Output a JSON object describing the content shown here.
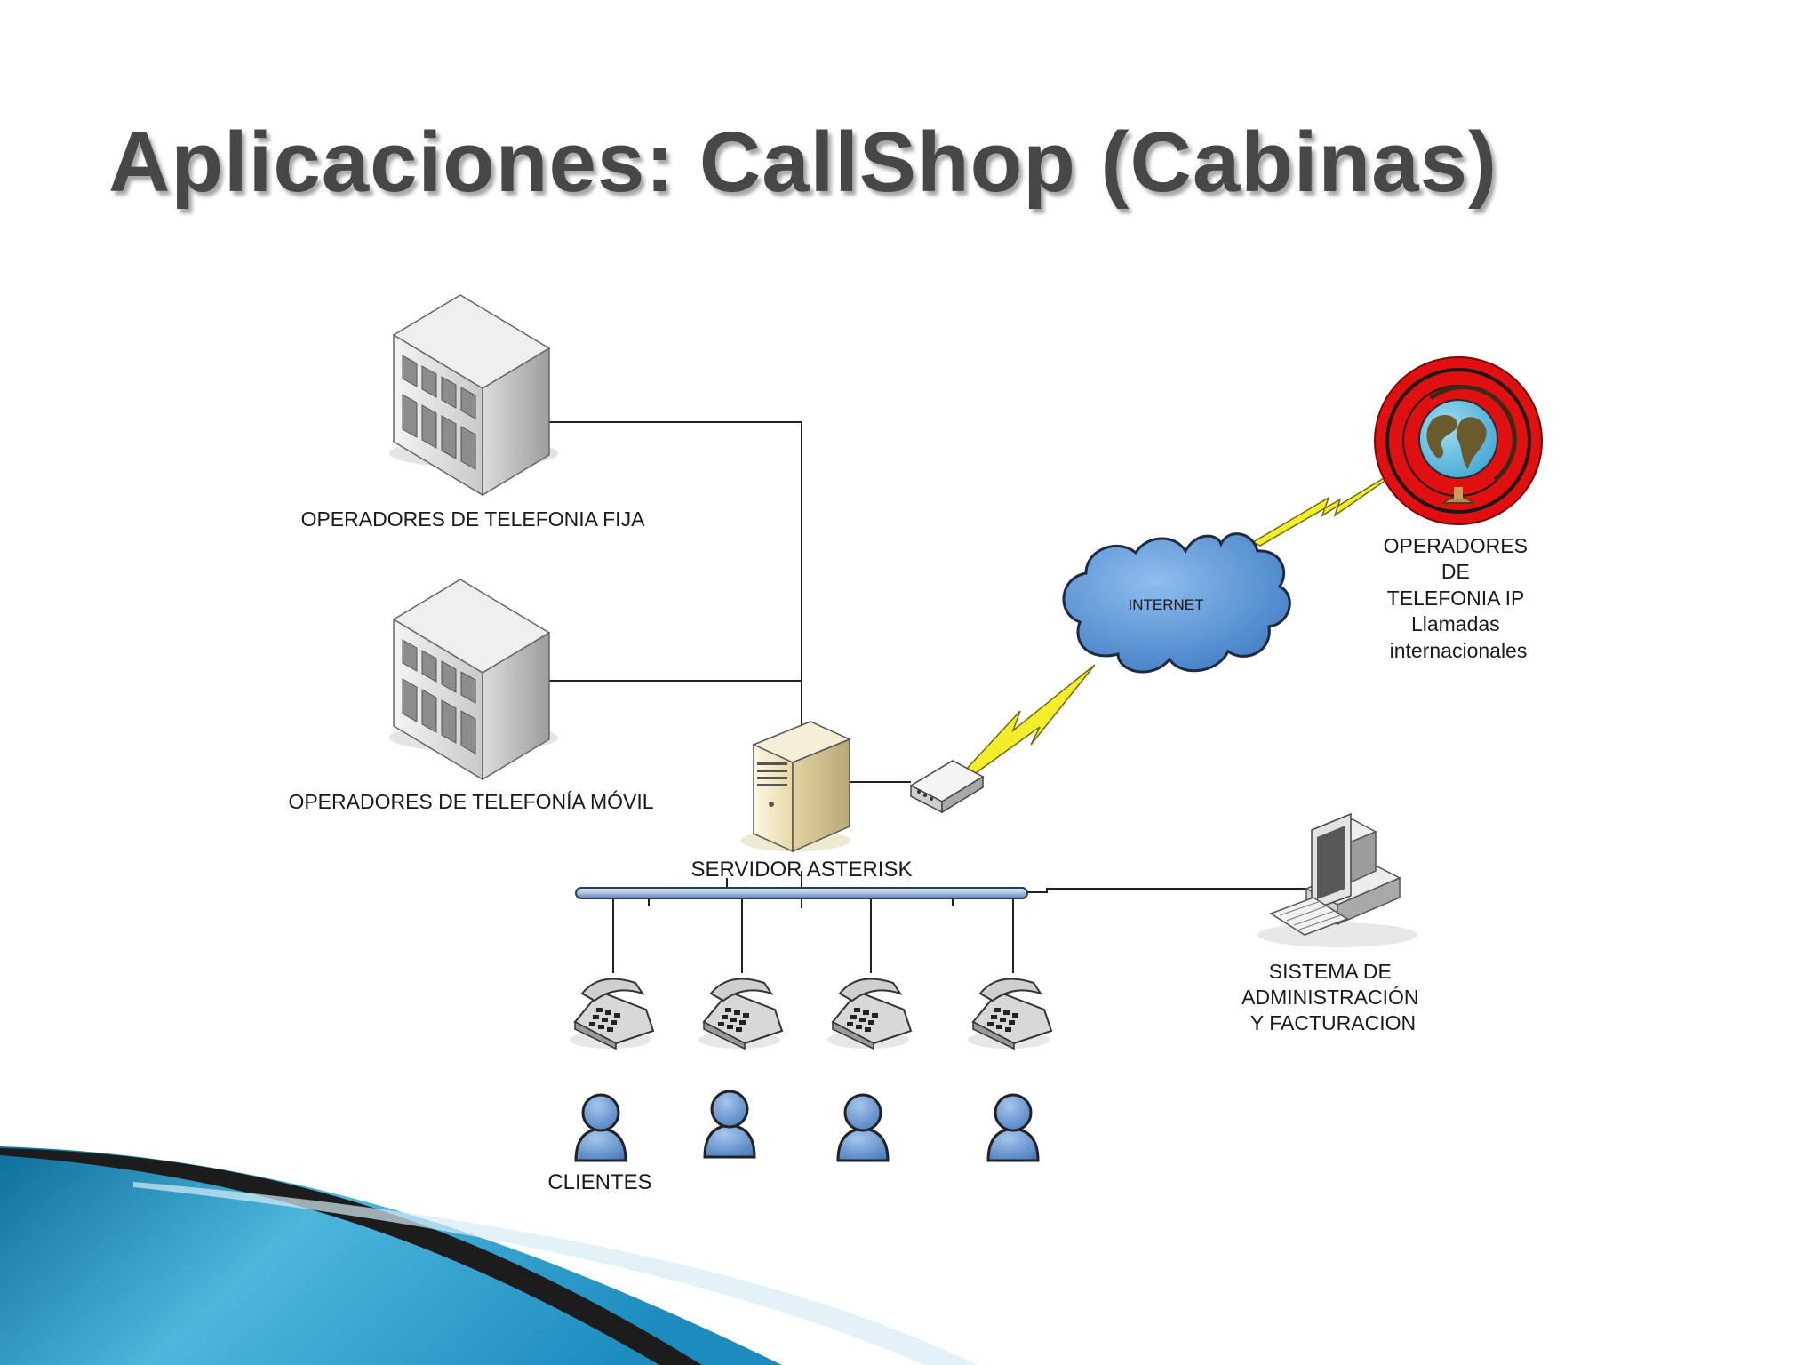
{
  "slide": {
    "title": "Aplicaciones: CallShop (Cabinas)"
  },
  "diagram": {
    "nodes": {
      "fixed_operators": {
        "label": "OPERADORES DE TELEFONIA FIJA",
        "icon": "office-building-icon"
      },
      "mobile_operators": {
        "label": "OPERADORES DE TELEFONÍA MÓVIL",
        "icon": "office-building-icon"
      },
      "asterisk_server": {
        "label": "SERVIDOR ASTERISK",
        "icon": "server-tower-icon"
      },
      "router": {
        "icon": "router-icon"
      },
      "internet": {
        "label": "INTERNET",
        "icon": "cloud-icon"
      },
      "ip_operators": {
        "label_lines": [
          "OPERADORES",
          "DE",
          "TELEFONIA IP",
          "Llamadas",
          "internacionales"
        ],
        "icon": "globe-icon"
      },
      "admin_system": {
        "label_lines": [
          "SISTEMA DE",
          "ADMINISTRACIÓN",
          "Y FACTURACION"
        ],
        "icon": "desktop-computer-icon"
      },
      "clients": {
        "label": "CLIENTES",
        "phone_count": 4,
        "user_count": 4,
        "phone_icon": "telephone-icon",
        "user_icon": "user-icon"
      }
    },
    "colors": {
      "globe_ring": "#e01010",
      "cloud": "#4d8ed4",
      "lightning": "#f2ee2a",
      "user": "#5b8fcf",
      "bus": "#b5cde6",
      "footer_wave": "#1f8fbf"
    }
  }
}
